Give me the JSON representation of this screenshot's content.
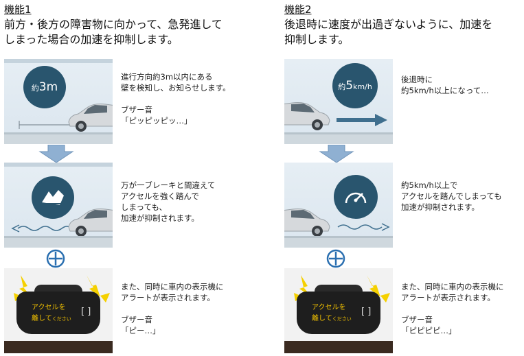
{
  "features": [
    {
      "label": "機能1",
      "title": "前方・後方の障害物に向かって、急発進して\nしまった場合の加速を抑制します。",
      "step1": {
        "bubble_prefix": "約",
        "bubble_value": "3m",
        "bubble_unit": "",
        "desc": "進行方向約3m以内にある\n壁を検知し、お知らせします。\n\nブザー音\n「ピッピッピッ…」"
      },
      "step2": {
        "desc": "万が一ブレーキと間違えて\nアクセルを強く踏んで\nしまっても、\n加速が抑制されます。"
      },
      "step3": {
        "screen_line1": "アクセルを",
        "screen_line2": "離して",
        "screen_line2_small": "ください",
        "desc": "また、同時に車内の表示機に\nアラートが表示されます。\n\nブザー音\n「ピー…」"
      }
    },
    {
      "label": "機能2",
      "title": "後退時に速度が出過ぎないように、加速を\n抑制します。",
      "step1": {
        "bubble_prefix": "約",
        "bubble_value": "5",
        "bubble_unit": "km/h",
        "desc": "後退時に\n約5km/h以上になって…"
      },
      "step2": {
        "desc": "約5km/h以上で\nアクセルを踏んでしまっても\n加速が抑制されます。"
      },
      "step3": {
        "screen_line1": "アクセルを",
        "screen_line2": "離して",
        "screen_line2_small": "ください",
        "desc": "また、同時に車内の表示機に\nアラートが表示されます。\n\nブザー音\n「ピピピピ…」"
      }
    }
  ],
  "colors": {
    "bubble": "#29556e",
    "arrow_flow": "#3f6f8e",
    "down_arrow": "#8fb0d2",
    "plus": "#2a6fb0",
    "alert_yellow": "#f5c400"
  }
}
